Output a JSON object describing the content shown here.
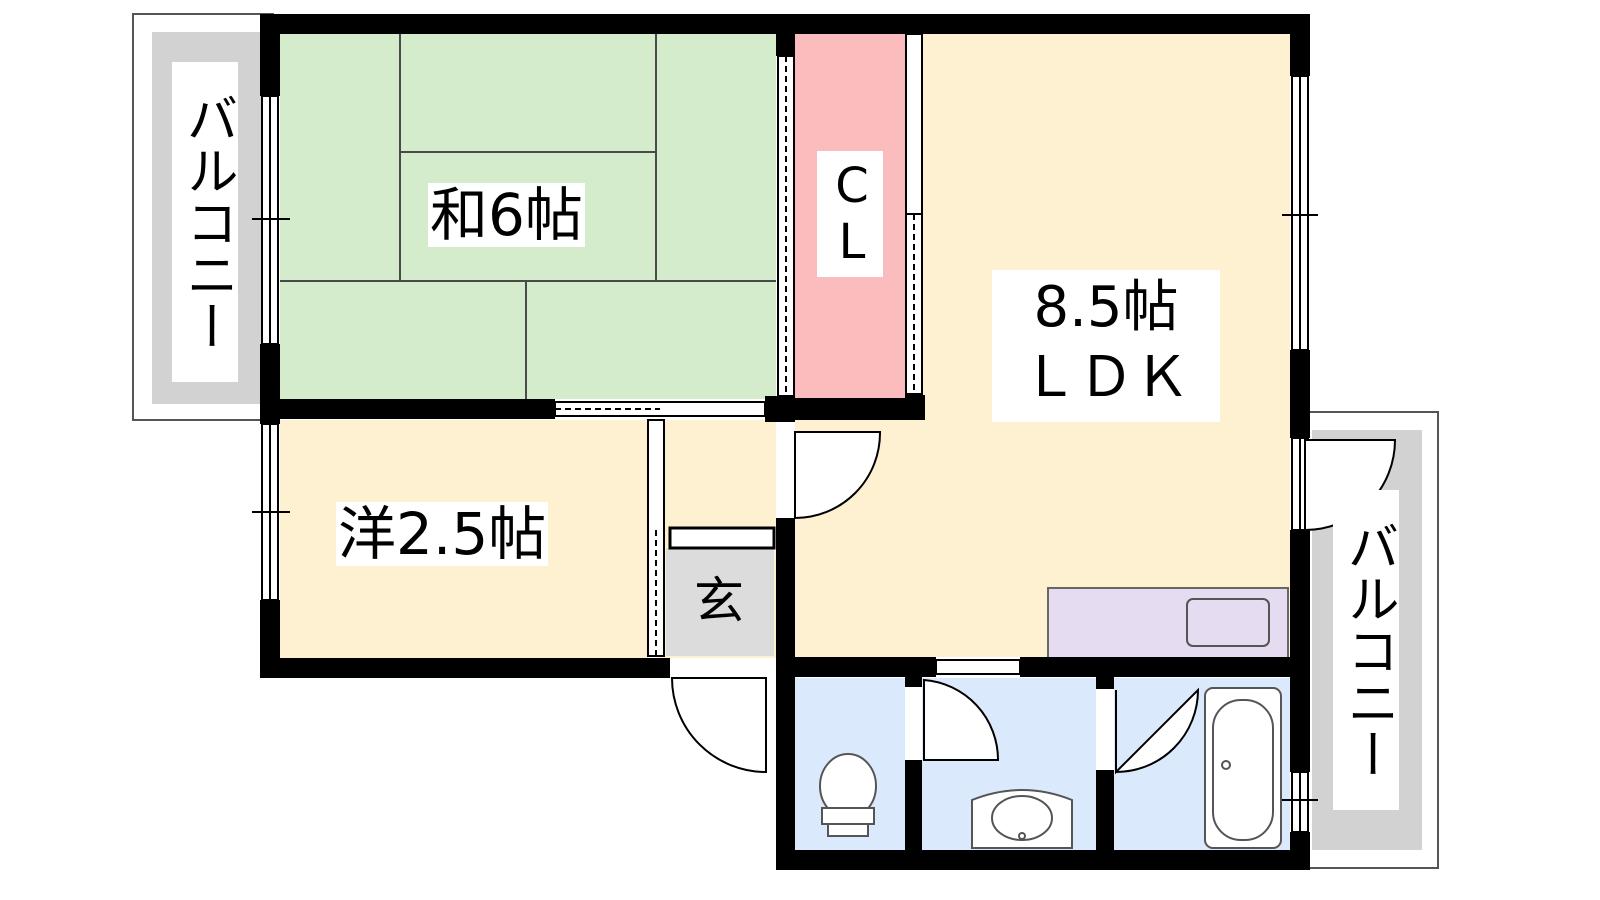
{
  "rooms": {
    "washitsu": {
      "label": "和6帖"
    },
    "yoshitsu": {
      "label": "洋2.5帖"
    },
    "closet": {
      "label": "CL"
    },
    "ldk": {
      "size": "8.5帖",
      "type": "ＬＤＫ"
    },
    "genkan": {
      "label": "玄"
    },
    "balcony_left": {
      "label": "バルコニー"
    },
    "balcony_right": {
      "label": "バルコニー"
    }
  },
  "colors": {
    "tatami": "#d4ebcc",
    "western": "#fdf1d2",
    "closet": "#fbbcbd",
    "wet_area": "#dbe9fc",
    "kitchen": "#e6dcf2",
    "balcony": "#d2d2d2",
    "genkan": "#dcdcdc",
    "wall": "#000000"
  }
}
